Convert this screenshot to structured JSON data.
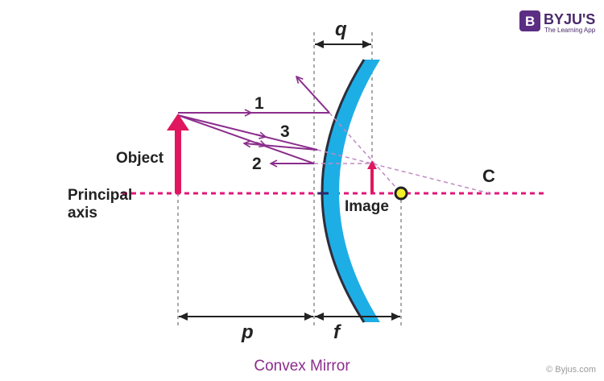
{
  "caption": "Convex Mirror",
  "brand": {
    "name": "BYJU'S",
    "tagline": "The Learning App",
    "mark": "B"
  },
  "copyright": "© Byjus.com",
  "labels": {
    "object": "Object",
    "principal_axis_line1": "Principal",
    "principal_axis_line2": "axis",
    "image": "Image",
    "center": "C",
    "ray1": "1",
    "ray2": "2",
    "ray3": "3",
    "dist_q": "q",
    "dist_p": "p",
    "dist_f": "f"
  },
  "colors": {
    "mirror": "#1eaee6",
    "mirror_edge": "#2d2d3a",
    "ray": "#8b2d8c",
    "axis": "#e0177a",
    "object": "#e0175e",
    "dashed_ray": "#c08ac4",
    "focus_point": "#f4ef2a"
  }
}
